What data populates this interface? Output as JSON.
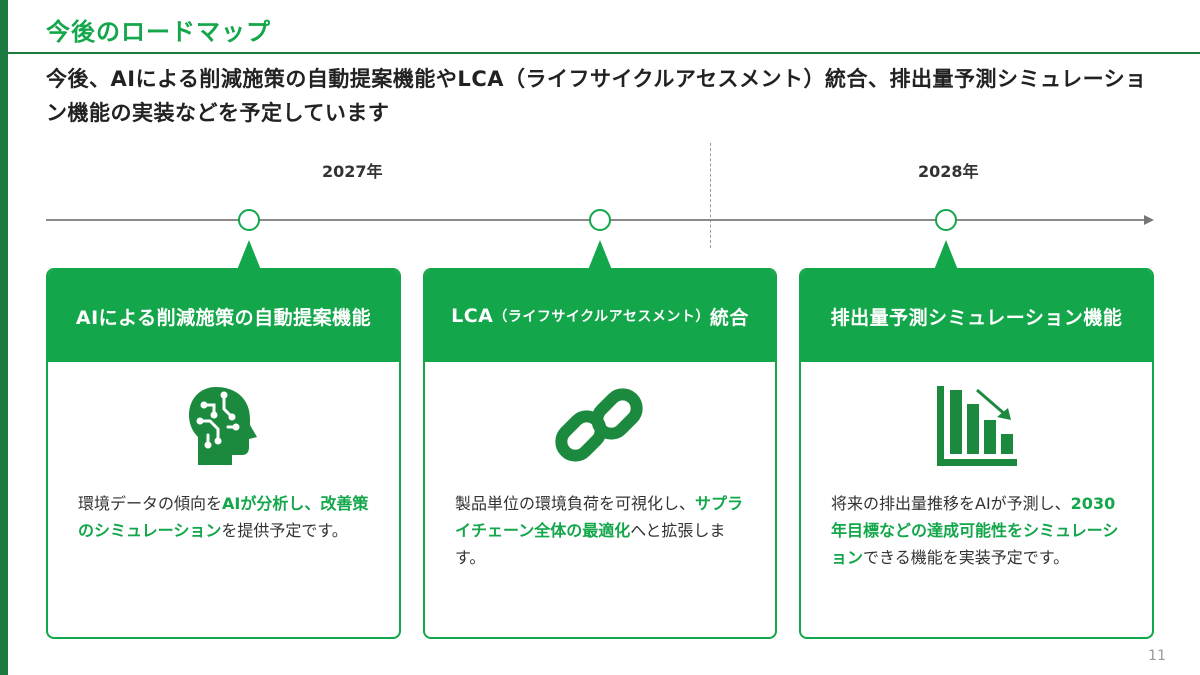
{
  "title": "今後のロードマップ",
  "subtitle": "今後、AIによる削減施策の自動提案機能やLCA（ライフサイクルアセスメント）統合、排出量予測シミュレーション機能の実装などを予定しています",
  "timeline": {
    "year_1": "2027年",
    "year_2": "2028年"
  },
  "colors": {
    "accent": "#13a64a",
    "dark_green": "#1d7a3e",
    "icon": "#1c8a3e"
  },
  "cards": [
    {
      "title": "AIによる削減施策の自動提案機能",
      "icon": "ai-brain-icon",
      "text_1": "環境データの傾向を",
      "highlight": "AIが分析し、改善策のシミュレーション",
      "text_2": "を提供予定です。"
    },
    {
      "title_main": "LCA",
      "title_small": "（ライフサイクルアセスメント）",
      "title_end": "統合",
      "icon": "chain-link-icon",
      "text_1": "製品単位の環境負荷を可視化し、",
      "highlight": "サプライチェーン全体の最適化",
      "text_2": "へと拡張します。"
    },
    {
      "title": "排出量予測シミュレーション機能",
      "icon": "declining-bar-chart-icon",
      "text_1": "将来の排出量推移をAIが予測し、",
      "highlight": "2030年目標などの達成可能性をシミュレーション",
      "text_2": "できる機能を実装予定です。"
    }
  ],
  "page_number": "11"
}
